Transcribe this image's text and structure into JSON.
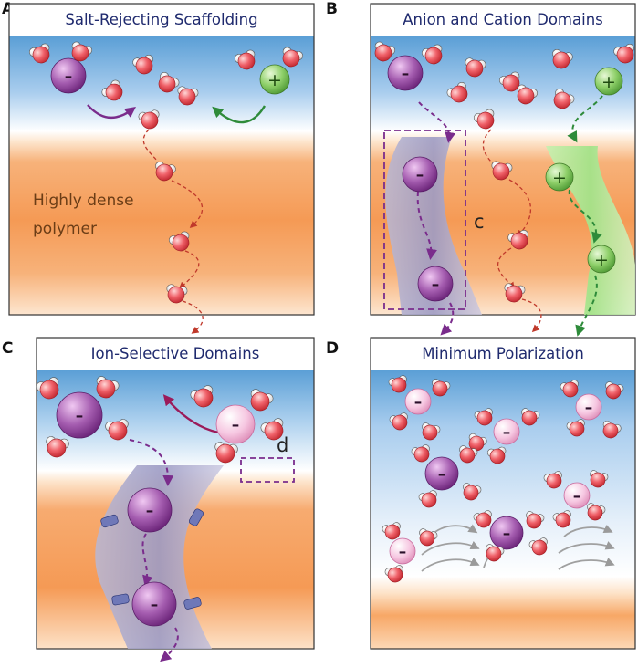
{
  "panels": [
    {
      "letter": "A",
      "title": "Salt-Rejecting Scaffolding",
      "label_line1": "Highly dense",
      "label_line2": "polymer"
    },
    {
      "letter": "B",
      "title": "Anion and Cation Domains",
      "box_label": "c"
    },
    {
      "letter": "C",
      "title": "Ion-Selective Domains",
      "box_label": "d"
    },
    {
      "letter": "D",
      "title": "Minimum Polarization"
    }
  ],
  "signs": {
    "anion": "–",
    "cation": "+"
  },
  "colors": {
    "water_blue": "#5b9fd6",
    "polymer_orange": "#f5a260",
    "anion_purple": "#8a3f95",
    "cation_green": "#7cc35a",
    "anion_light": "#f1b6d6",
    "water_oxygen": "#e8474d",
    "title_navy": "#1f2a6e",
    "arrow_red": "#c0392b",
    "arrow_purple": "#7a2c8c",
    "arrow_green": "#2e8b3a"
  }
}
